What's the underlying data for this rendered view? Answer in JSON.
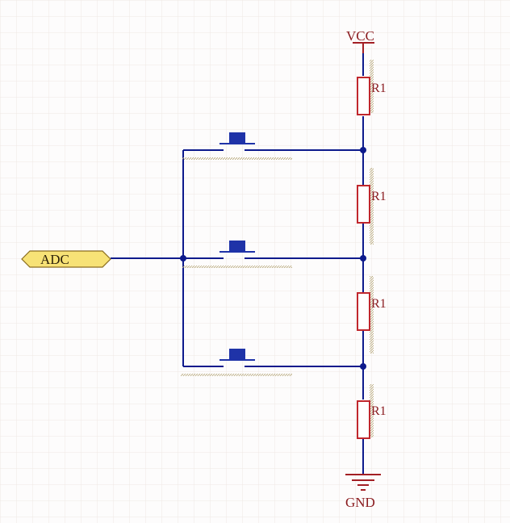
{
  "colors": {
    "background": "#fdfcfc",
    "grid": "#efe8e4",
    "wire": "#0d1a8c",
    "junction": "#0d1a8c",
    "resistor_body": "#c0272d",
    "resistor_hatch": "#b7a77a",
    "label_text": "#8a1b1f",
    "button_cap": "#1f33a8",
    "power_line": "#a31f24",
    "port_fill": "#f7e276",
    "port_stroke": "#8a6d1f",
    "port_text": "#2a1e08"
  },
  "power": {
    "vcc_label": "VCC",
    "gnd_label": "GND",
    "gnd_symbol": "ground-icon"
  },
  "port": {
    "label": "ADC",
    "shape": "bidirectional-port"
  },
  "resistors": [
    {
      "designator": "R1"
    },
    {
      "designator": "R1"
    },
    {
      "designator": "R1"
    },
    {
      "designator": "R1"
    }
  ],
  "buttons": [
    {
      "symbol": "pushbutton-icon"
    },
    {
      "symbol": "pushbutton-icon"
    },
    {
      "symbol": "pushbutton-icon"
    }
  ]
}
